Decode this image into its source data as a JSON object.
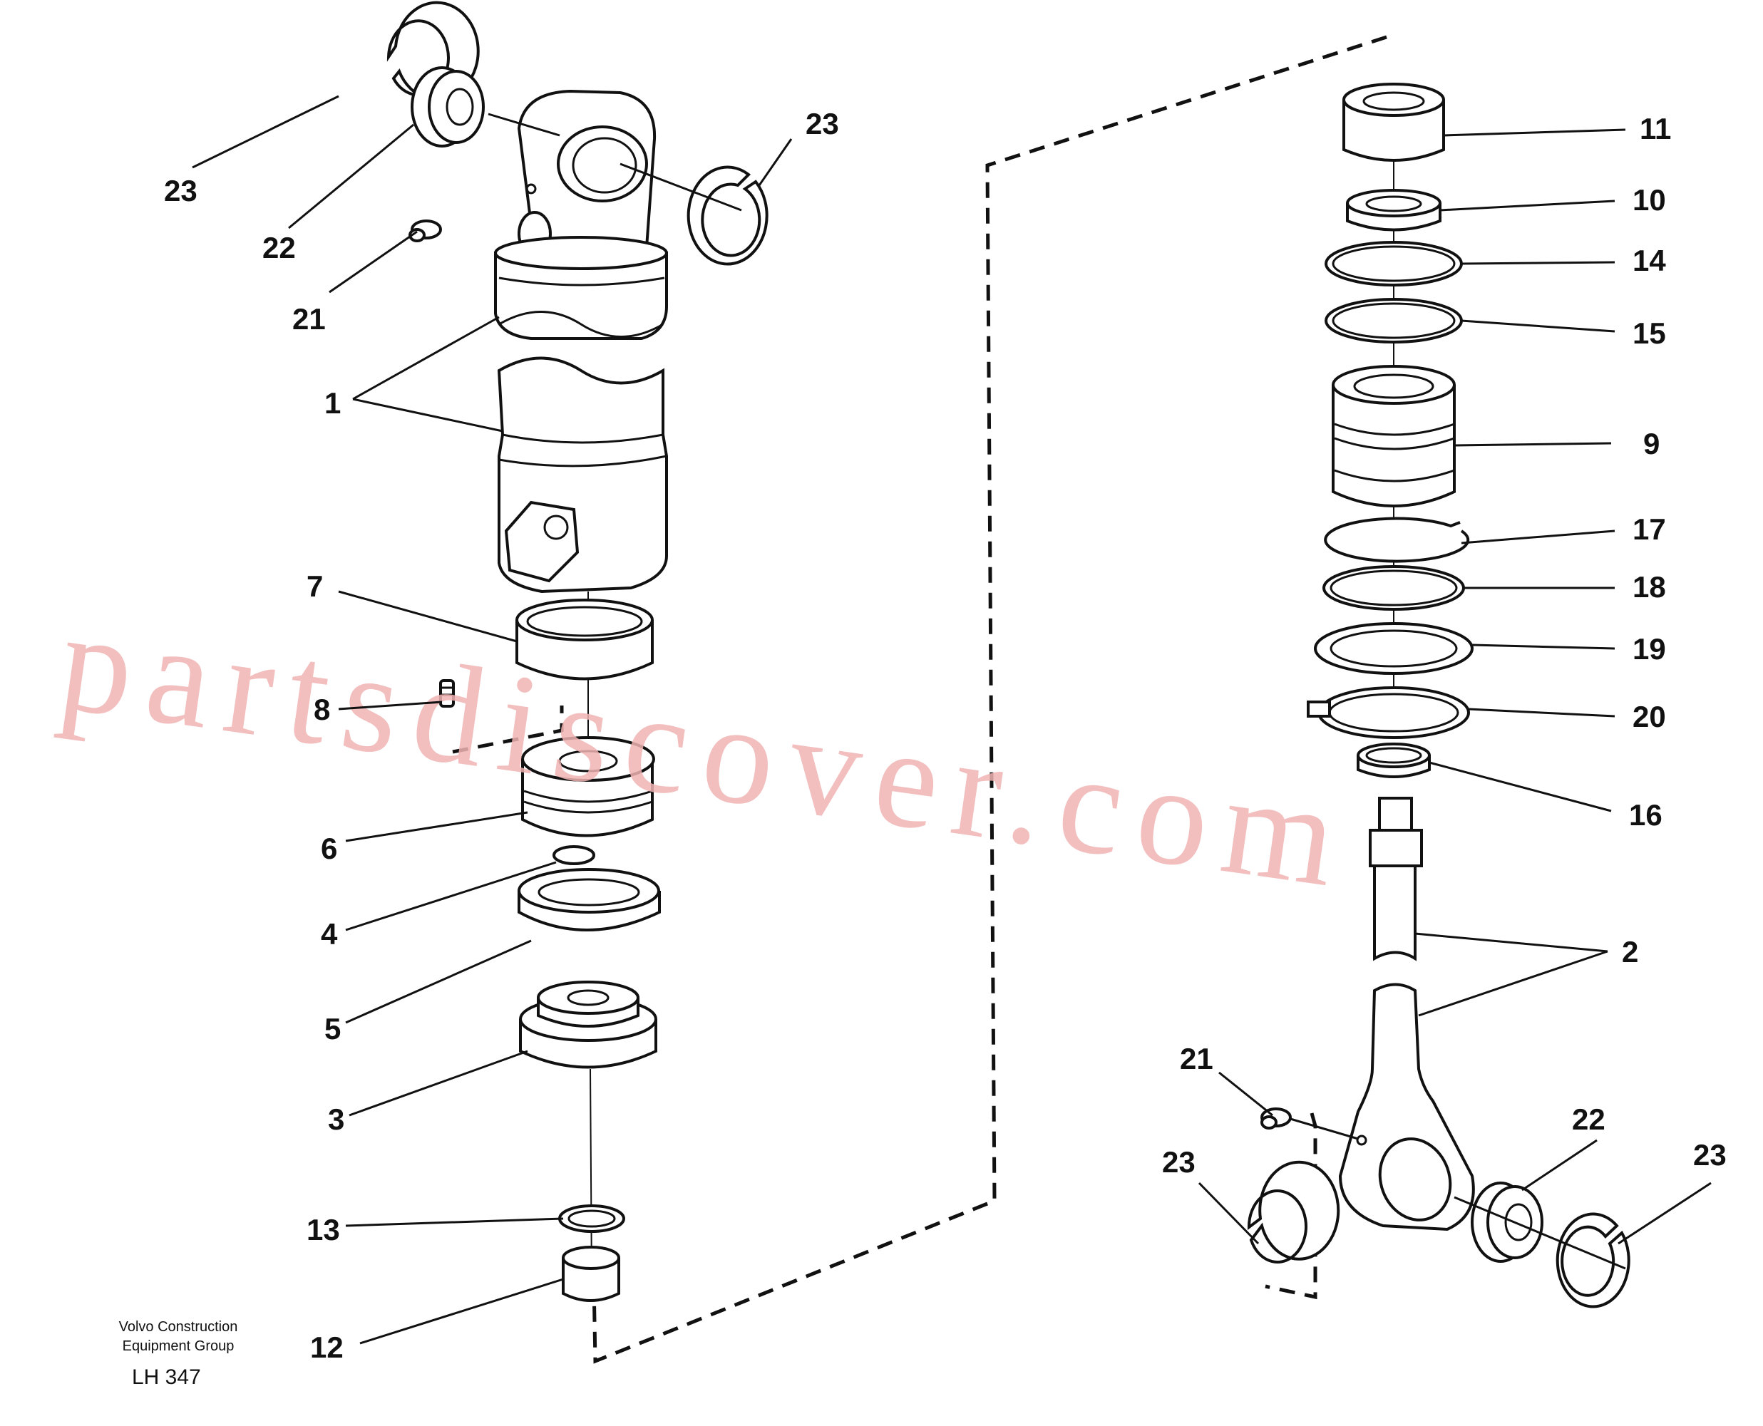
{
  "labels": {
    "l1": "1",
    "l2": "2",
    "l3": "3",
    "l4": "4",
    "l5": "5",
    "l6": "6",
    "l7": "7",
    "l8": "8",
    "l9": "9",
    "l10": "10",
    "l11": "11",
    "l12": "12",
    "l13": "13",
    "l14": "14",
    "l15": "15",
    "l16": "16",
    "l17": "17",
    "l18": "18",
    "l19": "19",
    "l20": "20",
    "l21": "21",
    "l22": "22",
    "l23": "23"
  },
  "watermark": "partsdiscover.com",
  "caption": {
    "line1": "Volvo Construction",
    "line2": "Equipment Group",
    "code": "LH 347"
  }
}
